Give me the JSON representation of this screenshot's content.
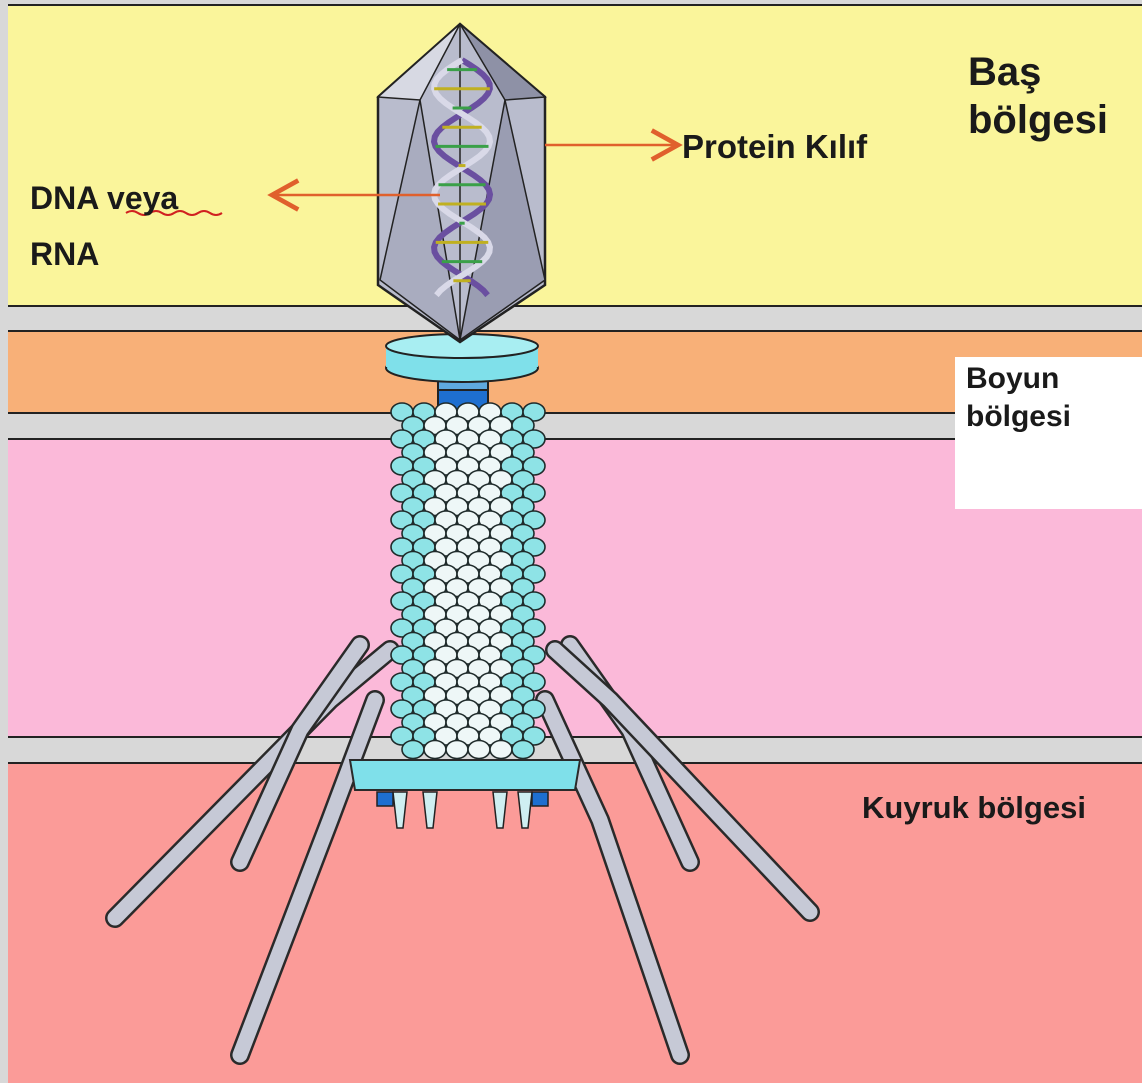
{
  "regions": {
    "head": {
      "label": "Baş\nbölgesi",
      "color": "#faf59b"
    },
    "neck": {
      "label": "Boyun\nbölgesi",
      "color": "#f8b078"
    },
    "tail_upper": {
      "color": "#fbb9d9"
    },
    "tail": {
      "label": "Kuyruk bölgesi",
      "color": "#fb9b98"
    }
  },
  "annotations": {
    "protein": "Protein Kılıf",
    "genome_line1": "DNA veya",
    "genome_line2": "RNA"
  },
  "colors": {
    "capsid": "#b9bccd",
    "capsid_dark": "#8e91a6",
    "collar": "#7fe0ea",
    "sheath_bead": "#8ee3e6",
    "sheath_bead_light": "#eef7f7",
    "core": "#1e6fd0",
    "arrow": "#e0602c",
    "fiber": "#c6c9d6"
  }
}
